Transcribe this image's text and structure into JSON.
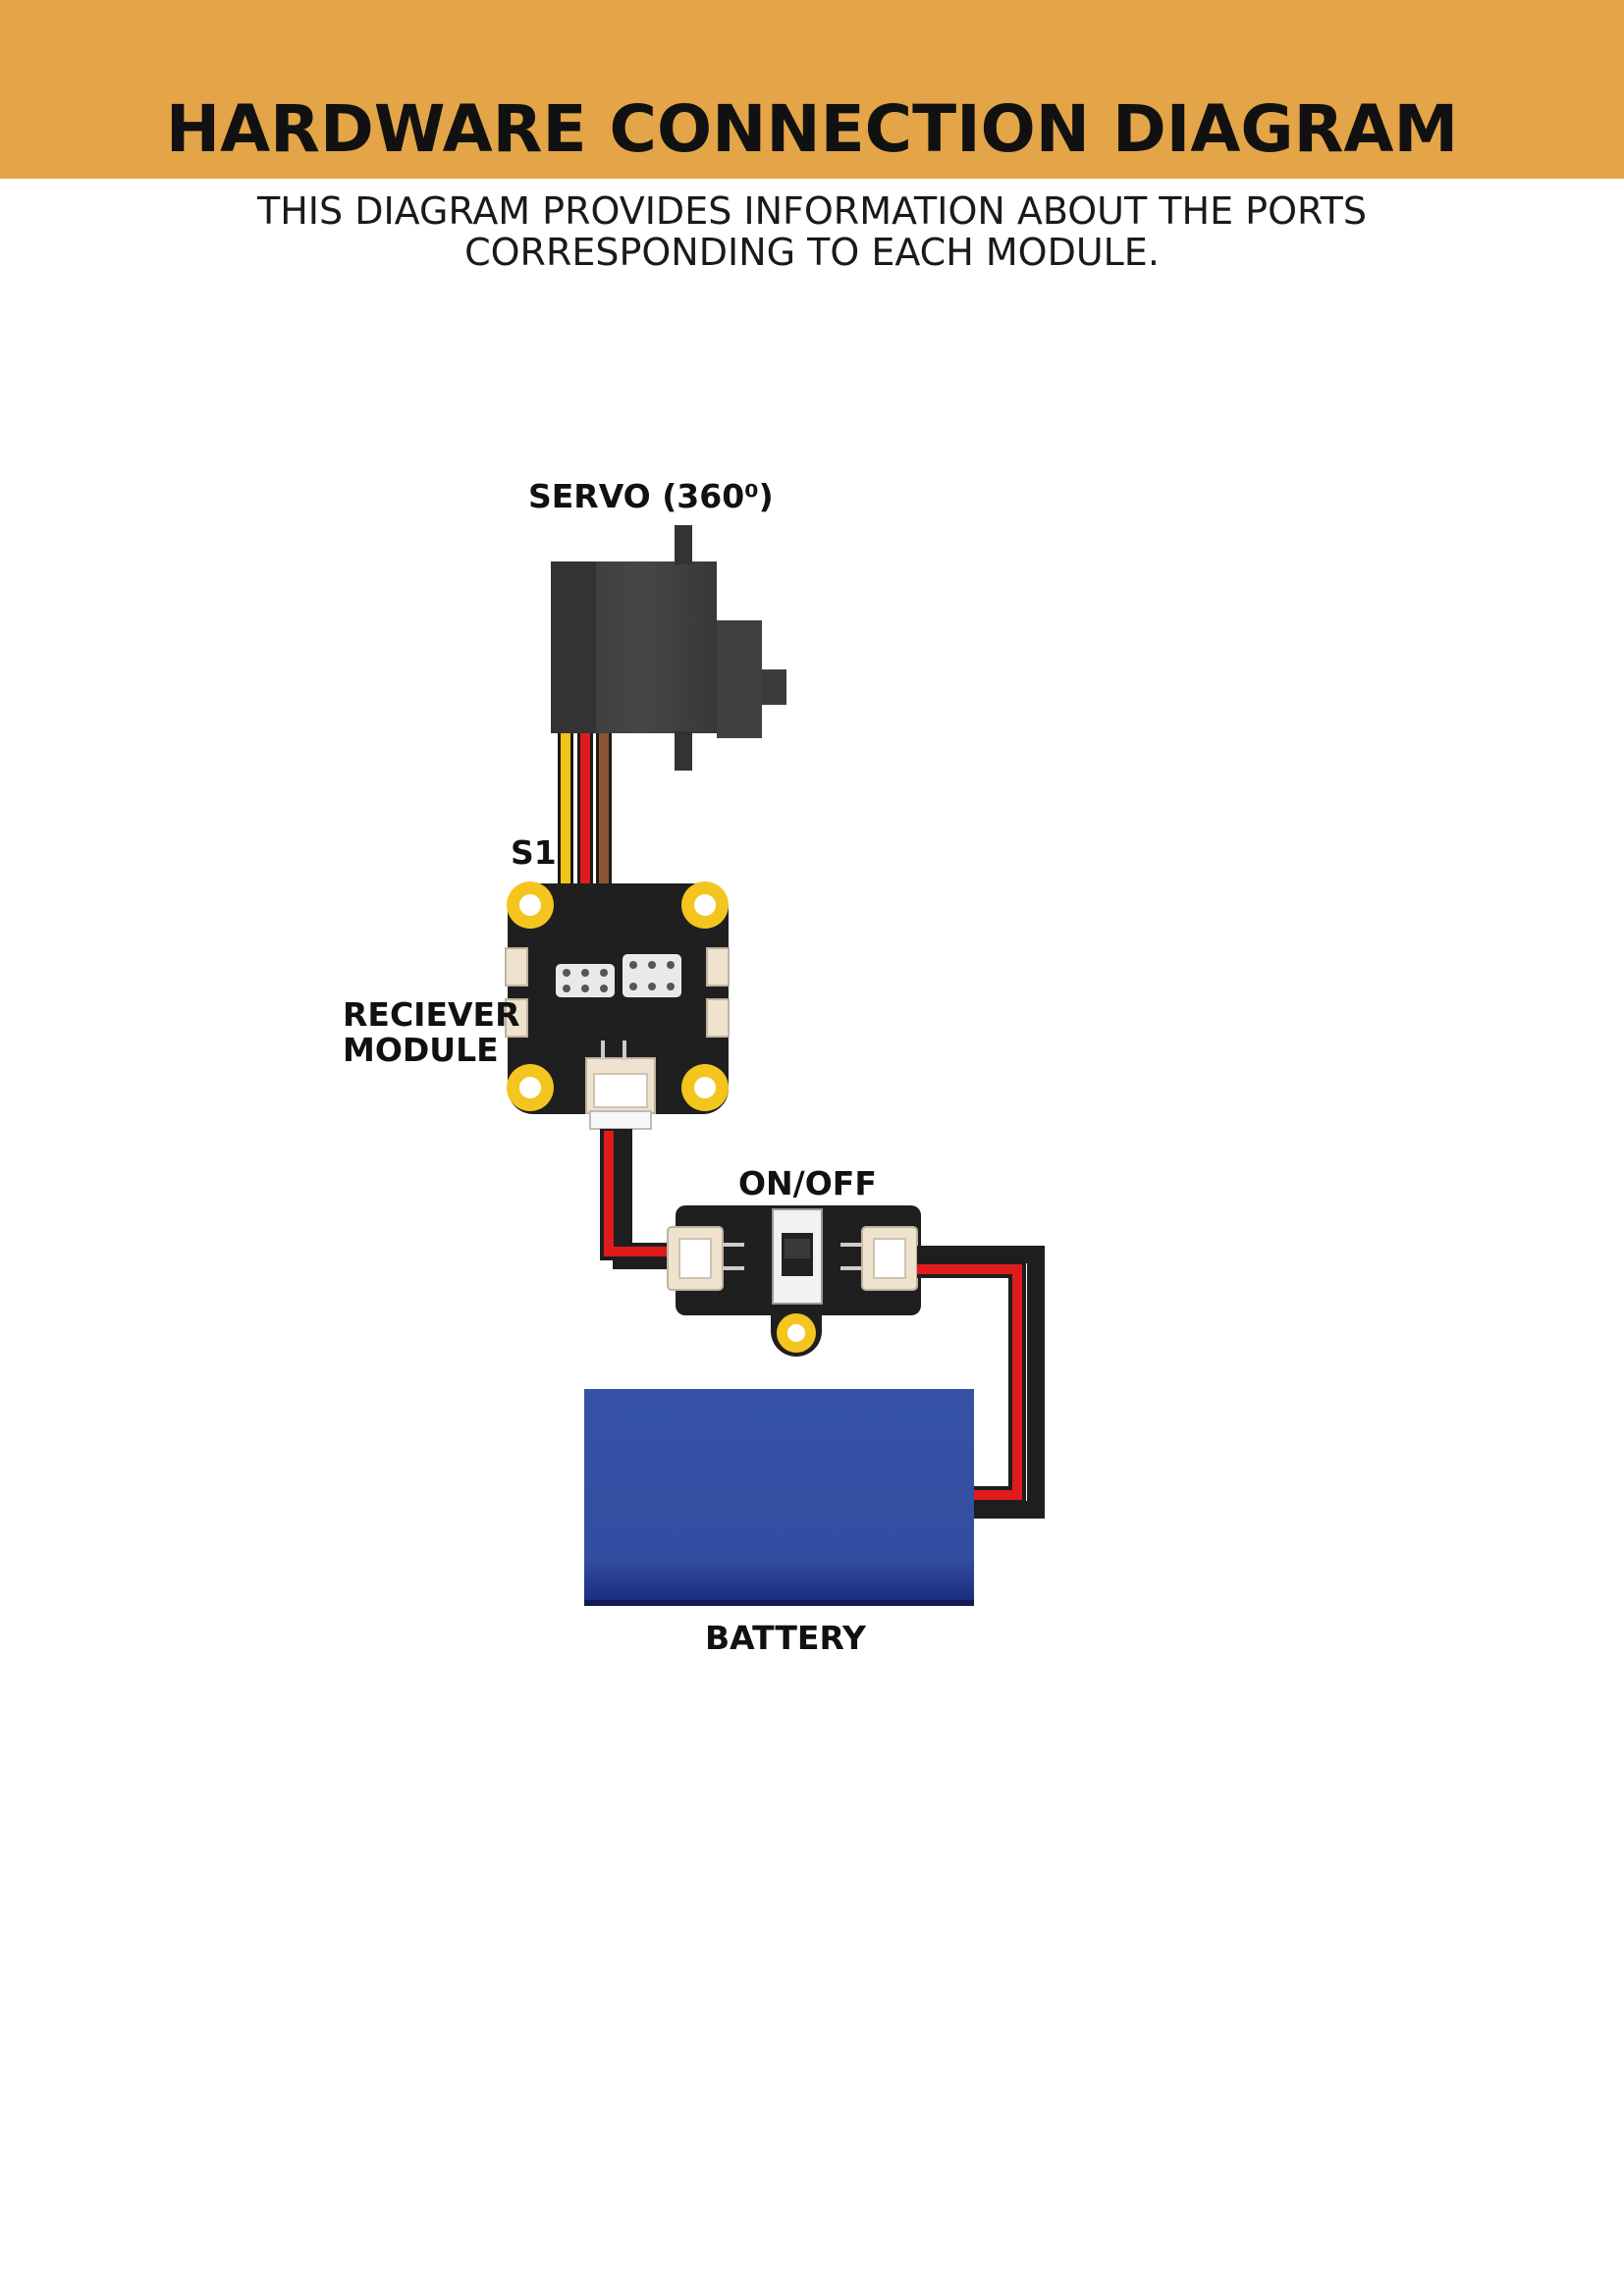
{
  "header": {
    "title": "HARDWARE CONNECTION DIAGRAM",
    "subtitle_line1": "THIS DIAGRAM PROVIDES INFORMATION ABOUT THE PORTS",
    "subtitle_line2": "CORRESPONDING TO EACH MODULE.",
    "band_color": "#e3a547"
  },
  "diagram": {
    "servo_label": "SERVO (360⁰)",
    "port_label": "S1",
    "receiver_label_line1": "RECIEVER",
    "receiver_label_line2": "MODULE",
    "switch_label": "ON/OFF",
    "battery_label": "BATTERY",
    "colors": {
      "servo_body": "#3e3e3e",
      "wire_yellow": "#f2c21b",
      "wire_red": "#e11b1b",
      "wire_brown": "#8a5531",
      "wire_black": "#1e1e1e",
      "pcb": "#1f1f1f",
      "pad": "#f4c51f",
      "battery": "#344fa3"
    }
  }
}
